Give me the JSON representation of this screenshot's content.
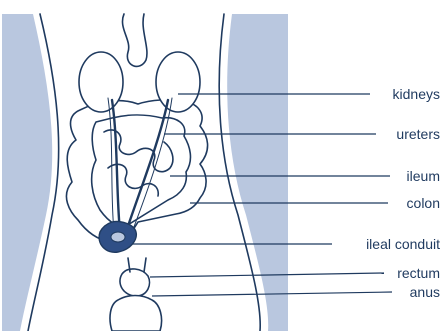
{
  "colors": {
    "outline": "#1f3a5f",
    "skin": "#b9c7df",
    "organ_fill": "#ffffff",
    "conduit": "#2f4f86",
    "leader": "#1f3a5f"
  },
  "labels": {
    "kidneys": "kidneys",
    "ureters": "ureters",
    "ileum": "ileum",
    "colon": "colon",
    "ileal_conduit": "ileal conduit",
    "rectum": "rectum",
    "anus": "anus"
  }
}
